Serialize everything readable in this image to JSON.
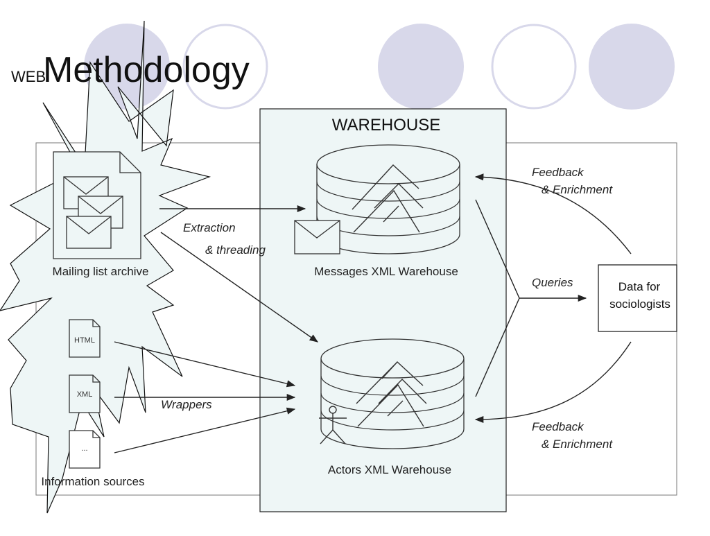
{
  "slide": {
    "title": "Methodology",
    "web_label": "WEB"
  },
  "diagram": {
    "warehouse_title": "WAREHOUSE",
    "mailing_list_label": "Mailing list archive",
    "info_sources_label": "Information sources",
    "doc_html": "HTML",
    "doc_xml": "XML",
    "doc_other": "...",
    "extraction_label_1": "Extraction",
    "extraction_label_2": "& threading",
    "wrappers_label": "Wrappers",
    "messages_warehouse_label": "Messages XML Warehouse",
    "actors_warehouse_label": "Actors XML Warehouse",
    "queries_label": "Queries",
    "data_box_line1": "Data for",
    "data_box_line2": "sociologists",
    "feedback_top_1": "Feedback",
    "feedback_top_2": "& Enrichment",
    "feedback_bottom_1": "Feedback",
    "feedback_bottom_2": "& Enrichment"
  },
  "colors": {
    "circle_fill": "#d8d8ea",
    "circle_stroke": "#d8d8ea",
    "warehouse_fill": "#eef6f6",
    "web_fill": "#eef6f6",
    "line": "#222222"
  }
}
